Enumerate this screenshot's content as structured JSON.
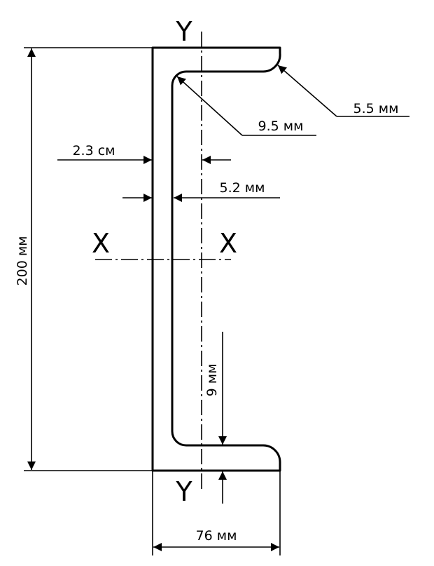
{
  "axes": {
    "y_top": "Y",
    "y_bottom": "Y",
    "x_left": "X",
    "x_right": "X"
  },
  "dimensions": {
    "height": "200 мм",
    "width": "76 мм",
    "flange_thickness": "9 мм",
    "web_thickness": "5.2 мм",
    "centroid_offset": "2.3 см",
    "inner_radius": "9.5 мм",
    "outer_radius": "5.5 мм"
  }
}
